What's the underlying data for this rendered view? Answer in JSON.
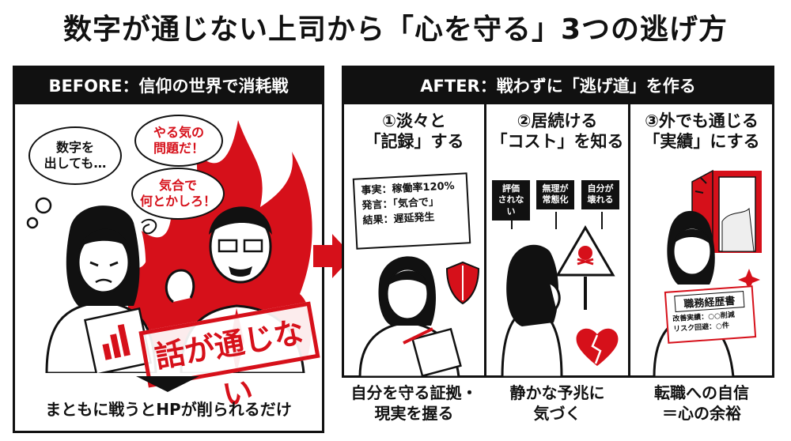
{
  "title": "数字が通じない上司から「心を守る」3つの逃げ方",
  "before": {
    "header": "BEFORE：信仰の世界で消耗戦",
    "thought_bubble": "数字を\n出しても…",
    "boss_shout_1": "やる気の\n問題だ！",
    "boss_shout_2": "気合で\n何とかしろ！",
    "stamp": "話が通じない",
    "caption": "まともに戦うとHPが削られるだけ"
  },
  "after": {
    "header": "AFTER：戦わずに「逃げ道」を作る",
    "steps": [
      {
        "title": "①淡々と\n「記録」する",
        "note_lines": [
          "事実：稼働率120%",
          "発言：「気合で」",
          "結果：遅延発生"
        ],
        "caption": "自分を守る証拠・\n現実を握る"
      },
      {
        "title": "②居続ける\n「コスト」を知る",
        "tags": [
          "評価\nされない",
          "無理が\n常態化",
          "自分が\n壊れる"
        ],
        "caption": "静かな予兆に\n気づく"
      },
      {
        "title": "③外でも通じる\n「実績」にする",
        "resume_title": "職務経歴書",
        "resume_lines": [
          "改善実績：○○削減",
          "リスク回避：○件"
        ],
        "caption": "転職への自信\n＝心の余裕"
      }
    ]
  },
  "colors": {
    "accent": "#d6101a",
    "ink": "#111111",
    "paper": "#ffffff"
  }
}
